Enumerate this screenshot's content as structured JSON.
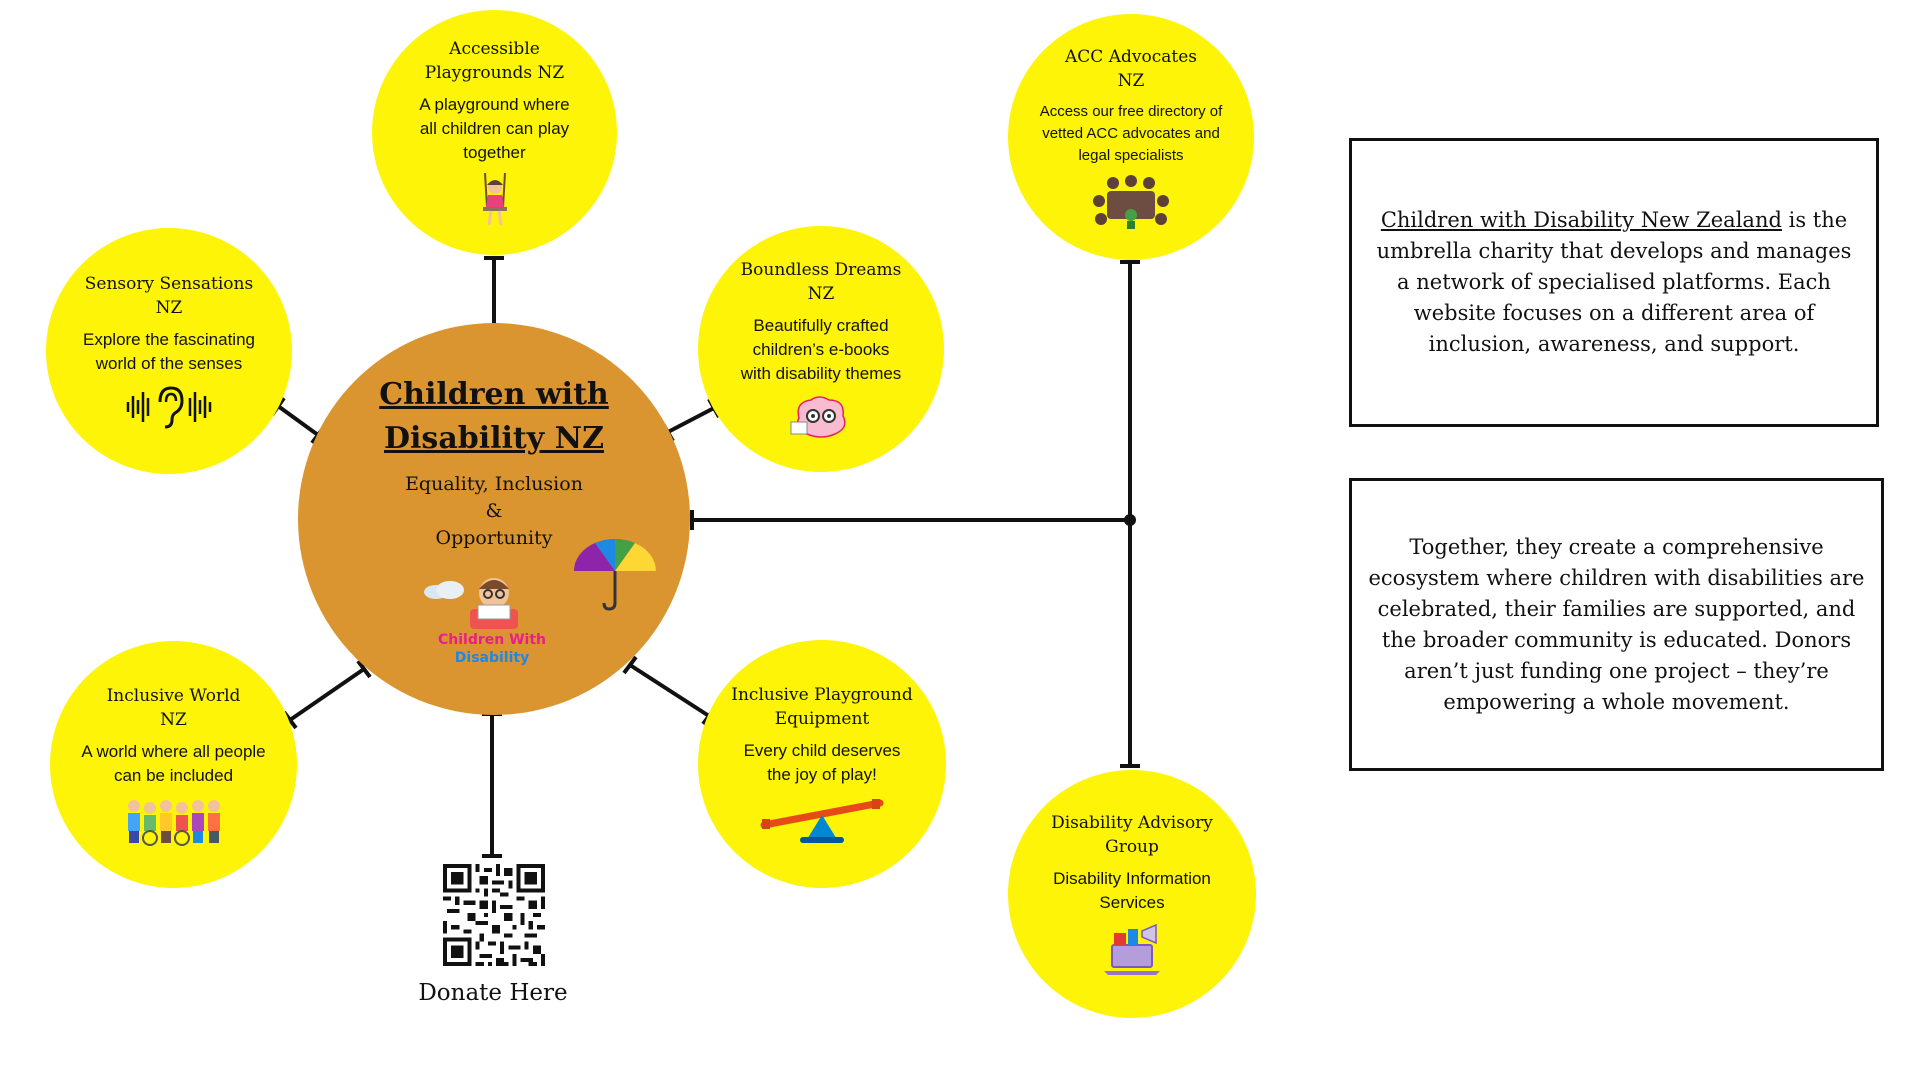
{
  "hub": {
    "title": "Children with Disability NZ",
    "tagline_1": "Equality, Inclusion",
    "tagline_2": "&",
    "tagline_3": "Opportunity",
    "logo_text_1": "Children With",
    "logo_text_2": "Disability",
    "color": "#db9530"
  },
  "nodes": {
    "accessible_playgrounds": {
      "title": "Accessible Playgrounds NZ",
      "desc": "A playground where all children can play together",
      "icon": "girl-on-swing-icon"
    },
    "sensory_sensations": {
      "title": "Sensory Sensations NZ",
      "desc": "Explore the fascinating world of the senses",
      "icon": "ear-soundwave-icon"
    },
    "boundless_dreams": {
      "title": "Boundless Dreams NZ",
      "desc": "Beautifully crafted children’s e-books with disability themes",
      "icon": "brain-reading-icon"
    },
    "inclusive_world": {
      "title": "Inclusive World NZ",
      "desc": "A world where all people can be included",
      "icon": "group-of-people-icon"
    },
    "inclusive_playground_equipment": {
      "title": "Inclusive Playground Equipment",
      "desc": "Every child deserves the joy of play!",
      "icon": "seesaw-icon"
    },
    "acc_advocates": {
      "title": "ACC Advocates NZ",
      "desc": "Access our free directory of vetted ACC advocates and legal specialists",
      "icon": "meeting-table-icon"
    },
    "disability_advisory": {
      "title": "Disability Advisory Group",
      "desc": "Disability Information Services",
      "icon": "laptop-megaphone-icon"
    }
  },
  "info_boxes": {
    "box1": {
      "org_name": "Children with Disability New Zealand",
      "text": " is the umbrella charity that develops and manages a network of specialised platforms. Each website focuses on a different area of inclusion, awareness, and support."
    },
    "box2": {
      "text": "Together, they create a comprehensive ecosystem where children with disabilities are celebrated, their families are supported, and the broader community is educated. Donors aren’t just funding one project – they’re empowering a whole movement."
    }
  },
  "donate": {
    "label": "Donate Here",
    "qr_icon": "qr-code-icon"
  },
  "colors": {
    "node_fill": "#fdf407",
    "hub_fill": "#db9530",
    "line": "#111111"
  }
}
